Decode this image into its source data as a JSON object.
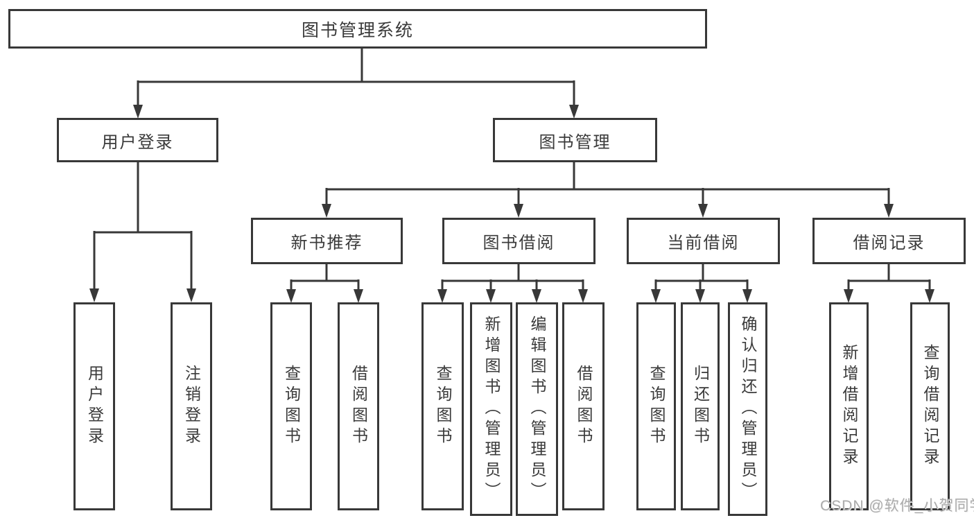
{
  "tree": {
    "root": {
      "label": "图书管理系统"
    },
    "level1": [
      {
        "label": "用户登录",
        "children": [
          {
            "label": "用户登录"
          },
          {
            "label": "注销登录"
          }
        ]
      },
      {
        "label": "图书管理",
        "sections": [
          {
            "label": "新书推荐",
            "children": [
              {
                "label": "查询图书"
              },
              {
                "label": "借阅图书"
              }
            ]
          },
          {
            "label": "图书借阅",
            "children": [
              {
                "label": "查询图书"
              },
              {
                "label": "新增图书（管理员）"
              },
              {
                "label": "编辑图书（管理员）"
              },
              {
                "label": "借阅图书"
              }
            ]
          },
          {
            "label": "当前借阅",
            "children": [
              {
                "label": "查询图书"
              },
              {
                "label": "归还图书"
              },
              {
                "label": "确认归还（管理员）"
              }
            ]
          },
          {
            "label": "借阅记录",
            "children": [
              {
                "label": "新增借阅记录"
              },
              {
                "label": "查询借阅记录"
              }
            ]
          }
        ]
      }
    ]
  },
  "watermark": {
    "text": "CSDN @软件_小贺同学"
  },
  "colors": {
    "line": "#383838",
    "node_border": "#383838",
    "text": "#3a3a3a",
    "background": "#ffffff",
    "watermark": "#ababab"
  }
}
